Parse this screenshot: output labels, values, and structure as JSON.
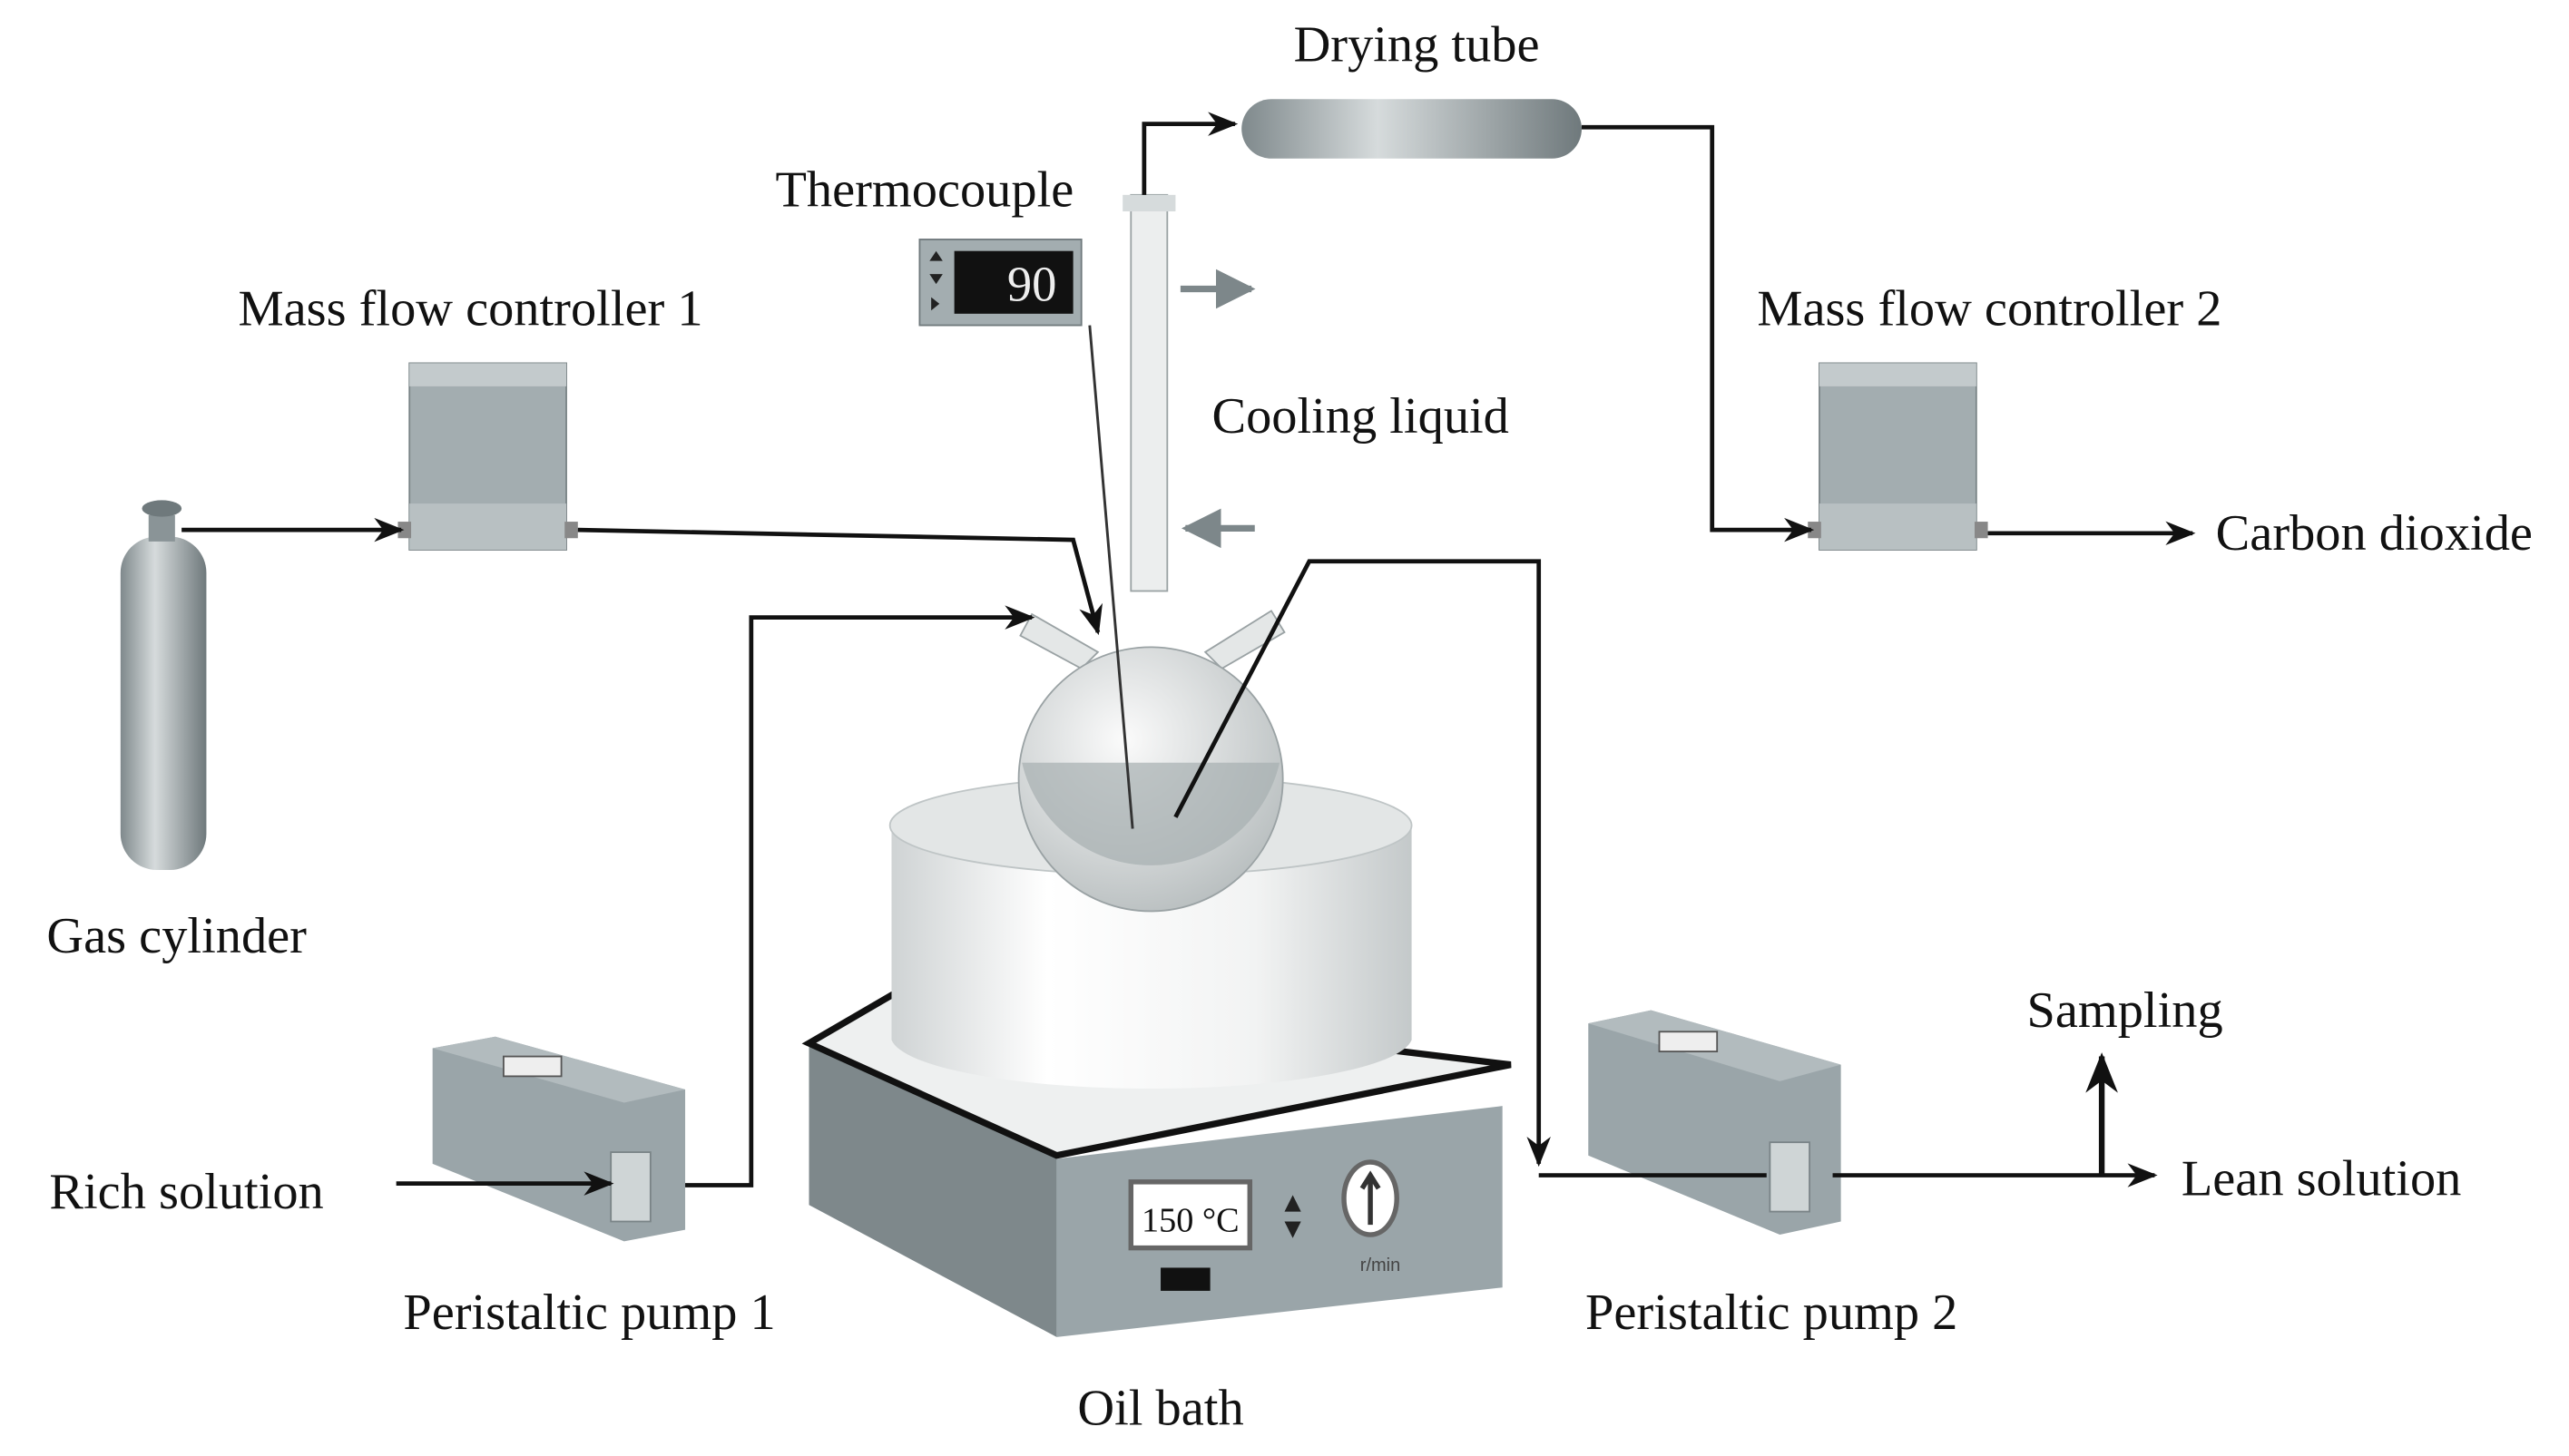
{
  "labels": {
    "drying_tube": "Drying tube",
    "thermocouple": "Thermocouple",
    "mfc1": "Mass flow controller 1",
    "mfc2": "Mass flow controller 2",
    "cooling_liquid": "Cooling liquid",
    "carbon_dioxide": "Carbon dioxide",
    "gas_cylinder": "Gas cylinder",
    "sampling": "Sampling",
    "rich_solution": "Rich solution",
    "lean_solution": "Lean solution",
    "pump1": "Peristaltic pump 1",
    "pump2": "Peristaltic pump 2",
    "oil_bath": "Oil bath"
  },
  "thermocouple_display": "90",
  "hotplate": {
    "temperature": "150 °C",
    "speed_unit": "r/min"
  },
  "colors": {
    "equipment": "#9aa5a9",
    "line": "#111111",
    "glass": "#e8eaea"
  }
}
